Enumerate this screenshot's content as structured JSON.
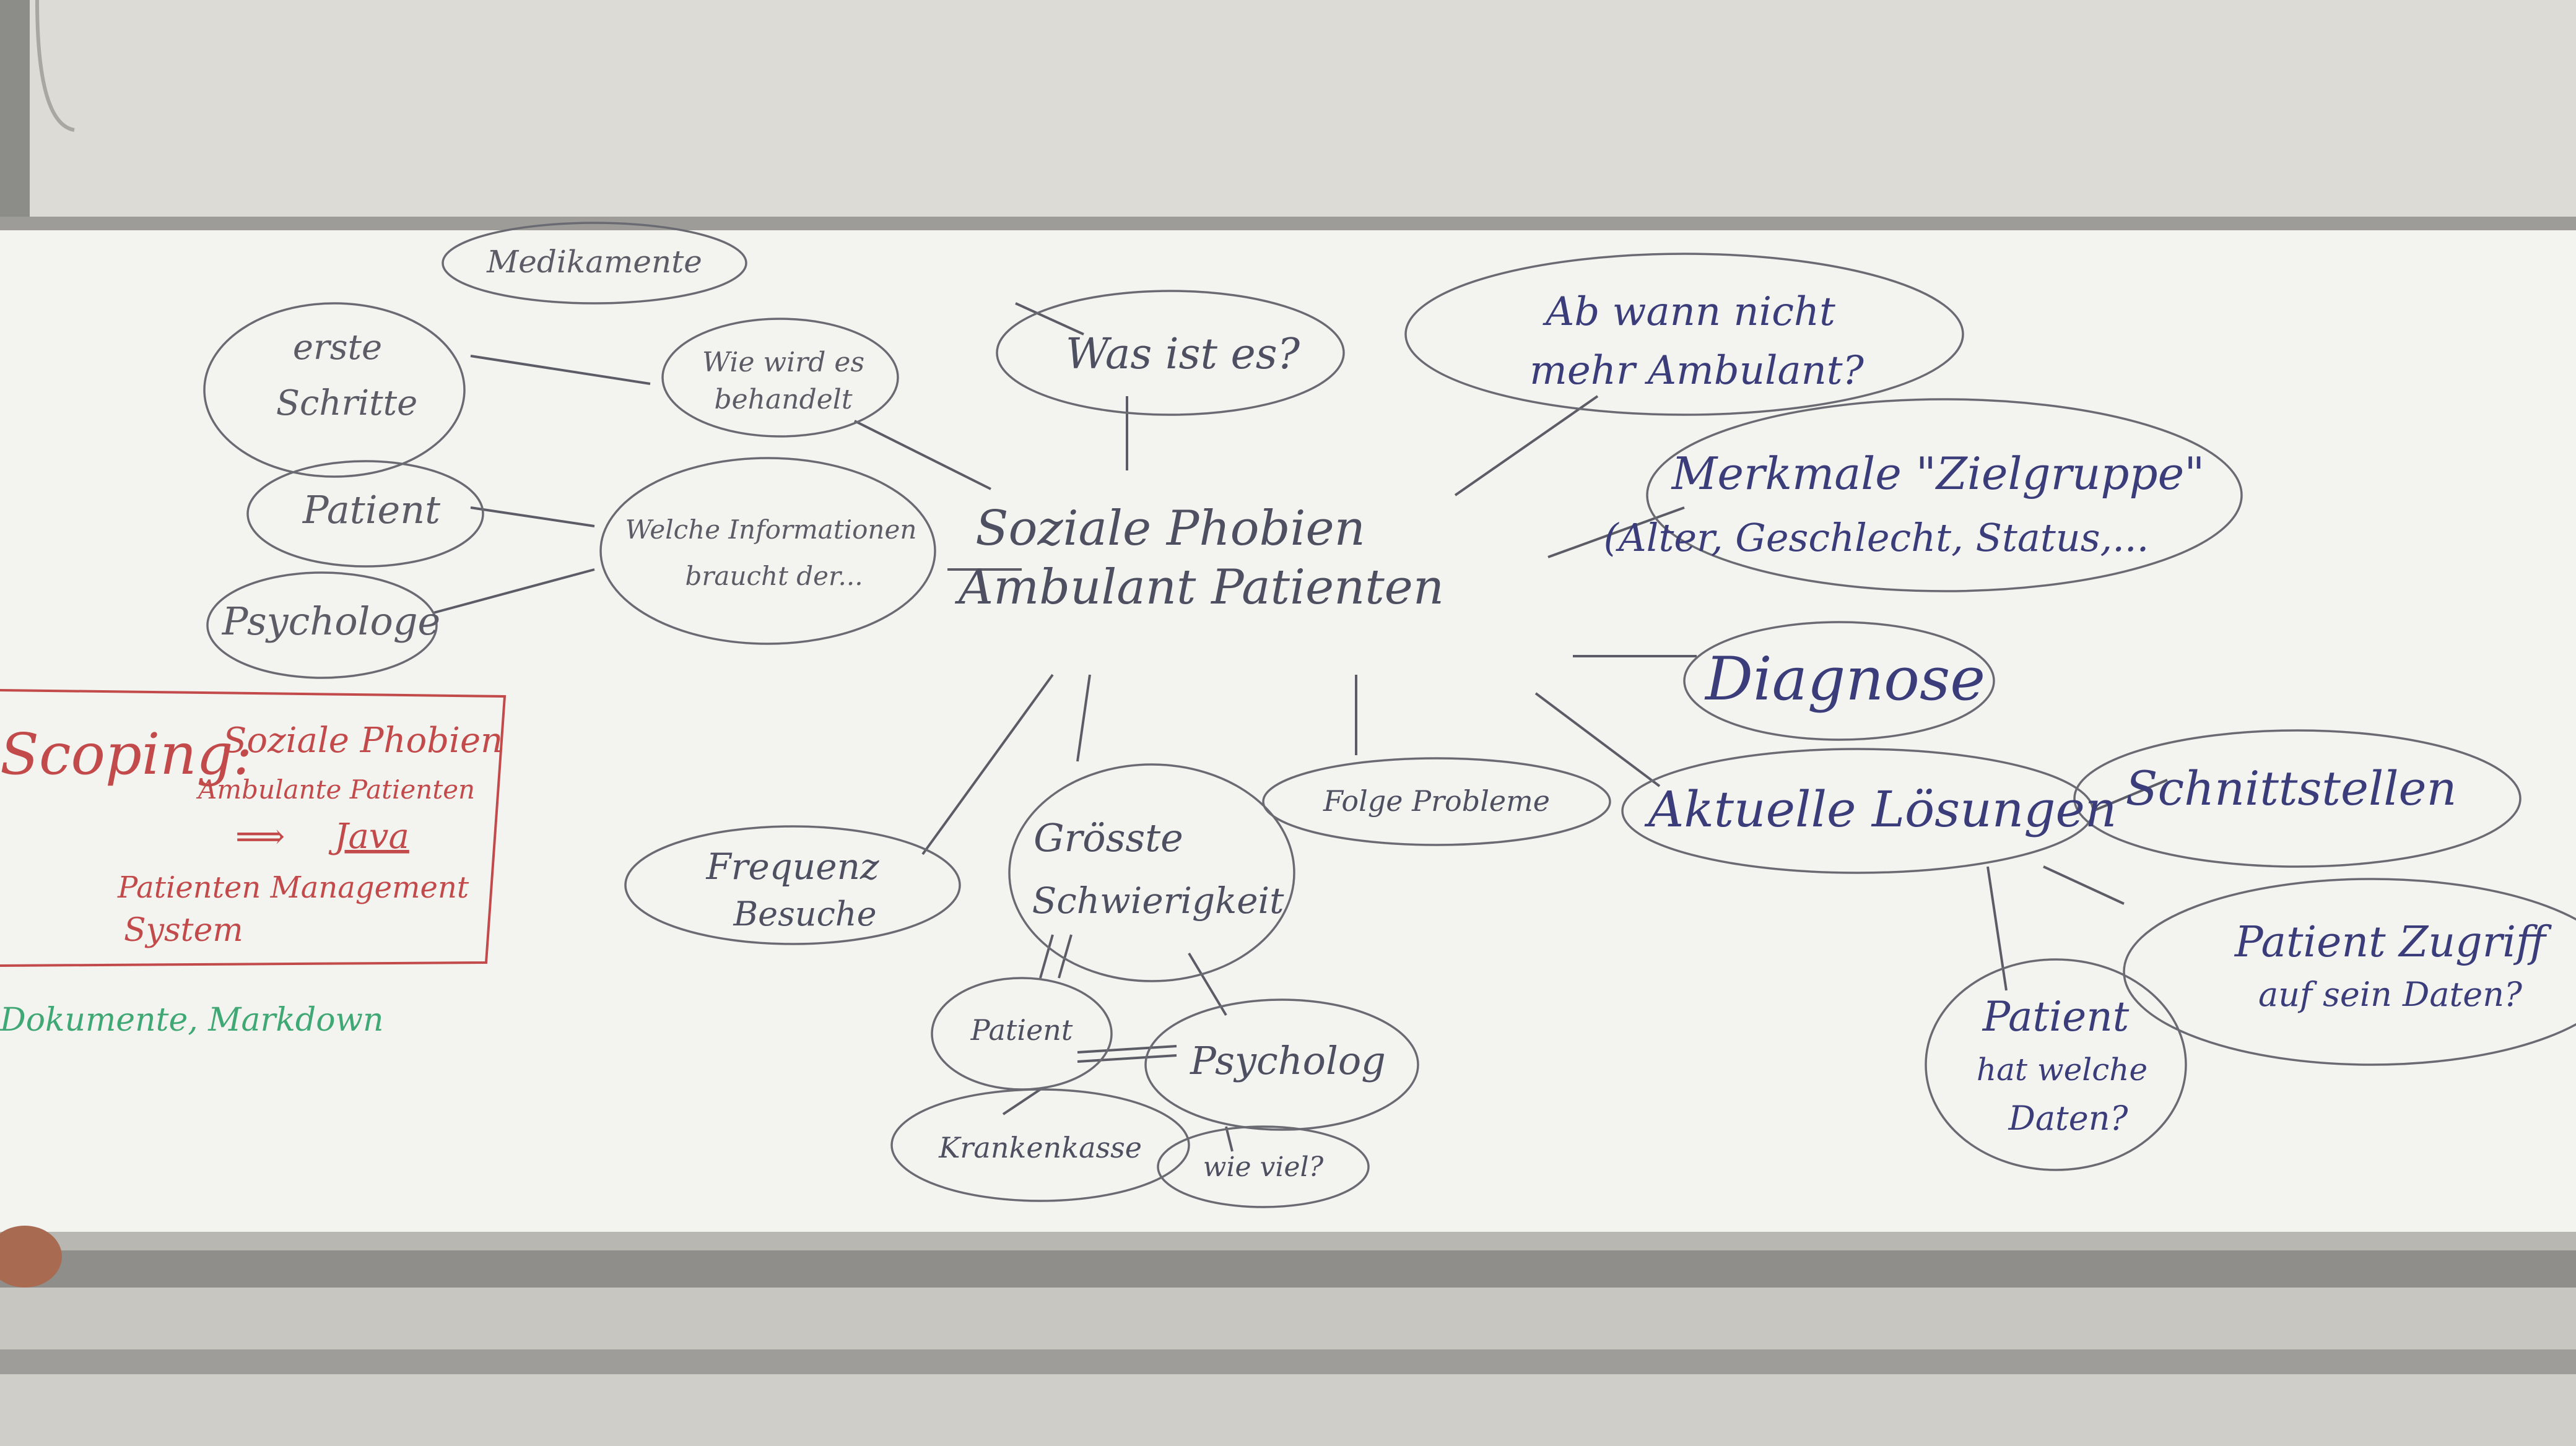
{
  "whiteboard": {
    "center_topic": [
      "Soziale Phobien",
      "Ambulant Patienten"
    ],
    "top_question": "Was ist es?",
    "left_cluster": {
      "medikamente": "Medikamente",
      "wie_wird_es_behandelt": [
        "Wie wird es",
        "behandelt"
      ],
      "erste_schritte": [
        "erste",
        "Schritte"
      ],
      "patient": "Patient",
      "psychologe": "Psychologe",
      "welche_informationen": [
        "Welche Informationen",
        "braucht der..."
      ]
    },
    "scoping_box": {
      "title": "Scoping:",
      "line1": "Soziale Phobien",
      "line2": "Ambulante Patienten",
      "arrow": "⟹",
      "line3": "Java",
      "line4": "Patienten Management",
      "line5": "System"
    },
    "green_note": "Dokumente, Markdown",
    "frequenz": [
      "Frequenz",
      "Besuche"
    ],
    "groesste": [
      "Grösste",
      "Schwierigkeit"
    ],
    "sub_patient": "Patient",
    "sub_psychologe": "Psycholog",
    "krankenkasse": "Krankenkasse",
    "wie_viel": "wie viel?",
    "folge_probleme": "Folge Probleme",
    "ab_wann": [
      "Ab wann nicht",
      "mehr Ambulant?"
    ],
    "merkmale": [
      "Merkmale \"Zielgruppe\"",
      "(Alter, Geschlecht, Status,..."
    ],
    "diagnose": "Diagnose",
    "aktuelle_loesungen": "Aktuelle Lösungen",
    "schnittstellen": "Schnittstellen",
    "patient_zugriff": [
      "Patient Zugriff",
      "auf sein Daten?"
    ],
    "patient_daten": [
      "Patient",
      "hat welche",
      "Daten?"
    ],
    "colors": {
      "ink_blue": "#3a3d7a",
      "ink_grey": "#5c5c66",
      "ink_red": "#c24a4a",
      "ink_green": "#3fa874",
      "board": "#f4f4f1",
      "wall": "#d6d5d0"
    }
  }
}
